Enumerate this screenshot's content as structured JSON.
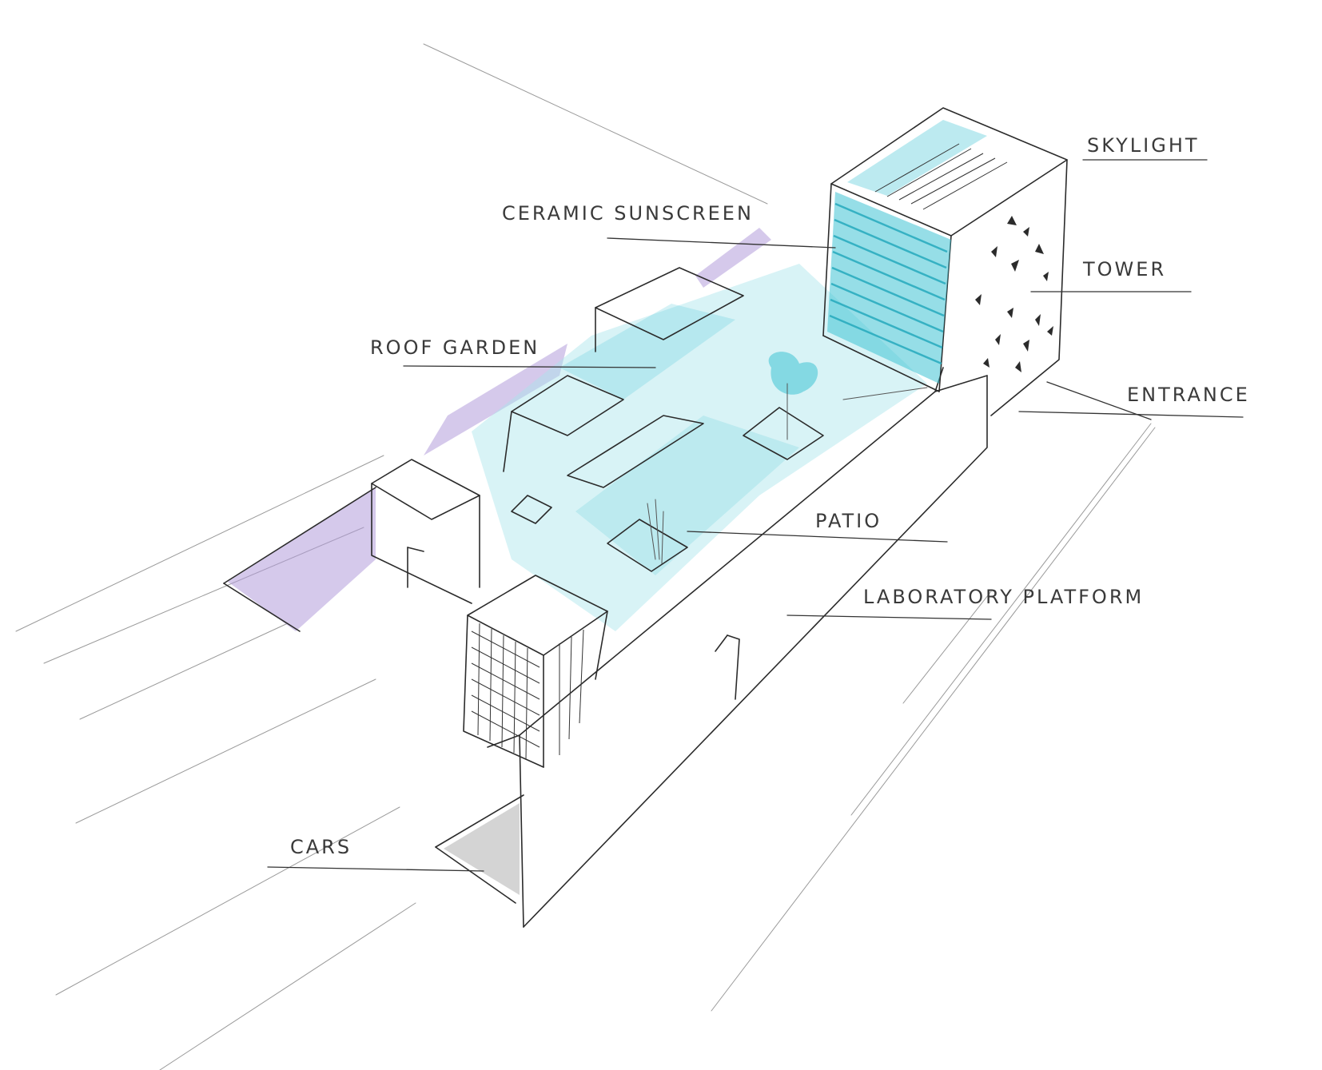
{
  "labels": {
    "skylight": "SKYLIGHT",
    "ceramic_sunscreen": "CERAMIC SUNSCREEN",
    "tower": "TOWER",
    "roof_garden": "ROOF GARDEN",
    "entrance": "ENTRANCE",
    "patio": "PATIO",
    "laboratory_platform": "LABORATORY PLATFORM",
    "cars": "CARS"
  },
  "colors": {
    "ink": "#2b2b2b",
    "cyan": "#3fc3d4",
    "cyan_light": "#a8e4ec",
    "violet": "#b39ddb",
    "paper": "#ffffff"
  }
}
